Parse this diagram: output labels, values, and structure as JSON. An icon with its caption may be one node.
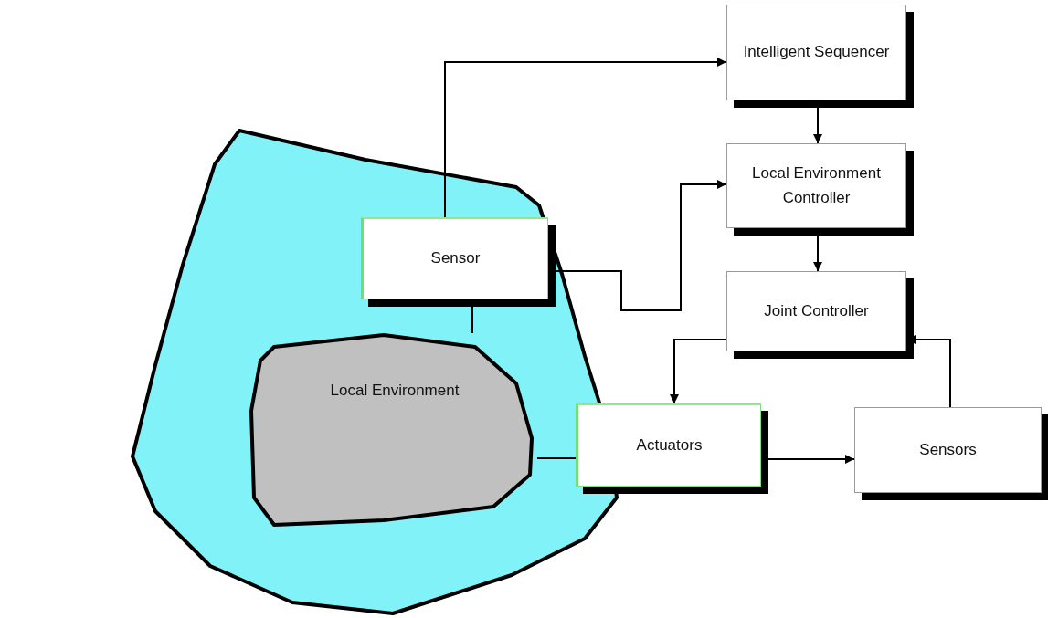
{
  "diagram": {
    "nodes": [
      {
        "text": [],
        "shape": "cloud"
      },
      {
        "text": [
          "Intelligent Sequencer"
        ]
      },
      {
        "text": [
          "Local Environment Controller"
        ]
      },
      {
        "text": [
          "Sensor"
        ],
        "in": 0
      },
      {
        "text": [
          "Joint Controller"
        ]
      },
      {
        "text": [
          "Local Environment"
        ],
        "in": 0
      },
      {
        "text": [
          "Actuators"
        ]
      },
      {
        "text": [
          "Sensors"
        ]
      }
    ],
    "edges": [
      {
        "from": 3,
        "to": 1,
        "arrow": "to"
      },
      {
        "from": 3,
        "to": 2,
        "arrow": "to"
      },
      {
        "from": 1,
        "to": 2,
        "arrow": "to"
      },
      {
        "from": 2,
        "to": 4,
        "arrow": "to"
      },
      {
        "from": 4,
        "to": 6,
        "arrow": "to"
      },
      {
        "from": 7,
        "to": 4,
        "arrow": "to"
      },
      {
        "from": 6,
        "to": 7,
        "arrow": "to"
      },
      {
        "from": 3,
        "to": 5,
        "arrow": "none"
      },
      {
        "from": 5,
        "to": 6,
        "arrow": "none"
      }
    ]
  }
}
